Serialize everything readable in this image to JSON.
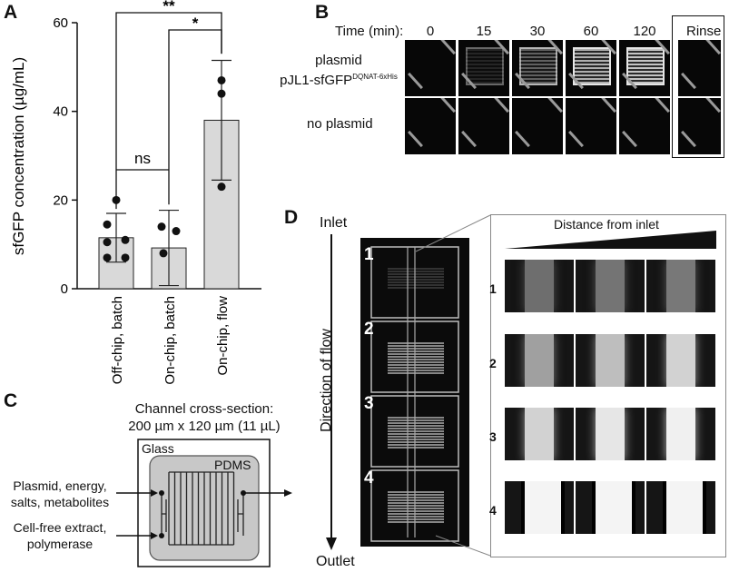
{
  "panelA": {
    "label": "A",
    "chart_data": {
      "type": "bar",
      "ylabel": "sfGFP concentration (µg/mL)",
      "xlabel": "",
      "ylim": [
        0,
        60
      ],
      "yticks": [
        "0",
        "20",
        "40",
        "60"
      ],
      "categories": [
        "Off-chip, batch",
        "On-chip, batch",
        "On-chip, flow"
      ],
      "values": [
        11.5,
        9.2,
        38.0
      ],
      "errors": [
        5.5,
        8.5,
        13.5
      ],
      "points": [
        [
          20,
          14.5,
          11.0,
          10.5,
          7.0,
          7.0
        ],
        [
          14.0,
          13.0,
          8.0
        ],
        [
          47.0,
          44.0,
          23.0
        ]
      ],
      "significance": [
        {
          "label": "ns",
          "from": 0,
          "to": 1
        },
        {
          "label": "*",
          "from": 1,
          "to": 2
        },
        {
          "label": "**",
          "from": 0,
          "to": 2
        }
      ]
    }
  },
  "panelB": {
    "label": "B",
    "time_header": "Time (min):",
    "times": [
      "0",
      "15",
      "30",
      "60",
      "120"
    ],
    "rinse": "Rinse",
    "row1_line1": "plasmid",
    "row1_line2": "pJL1-sfGFP",
    "row1_sup": "DQNAT-6xHis",
    "row2": "no plasmid",
    "intensity_plasmid": [
      0.0,
      0.15,
      0.45,
      0.85,
      0.95,
      0.05
    ],
    "intensity_noplasmid": [
      0,
      0,
      0,
      0,
      0,
      0
    ]
  },
  "panelC": {
    "label": "C",
    "title_line1": "Channel cross-section:",
    "title_line2": "200 µm x 120 µm (11 µL)",
    "glass": "Glass",
    "pdms": "PDMS",
    "input1_line1": "Plasmid, energy,",
    "input1_line2": "salts, metabolites",
    "input2_line1": "Cell-free extract,",
    "input2_line2": "polymerase"
  },
  "panelD": {
    "label": "D",
    "inlet": "Inlet",
    "outlet": "Outlet",
    "direction": "Direction of flow",
    "distance": "Distance from inlet",
    "chambers": [
      "1",
      "2",
      "3",
      "4"
    ],
    "zoom_rows": [
      "1",
      "2",
      "3",
      "4"
    ]
  }
}
